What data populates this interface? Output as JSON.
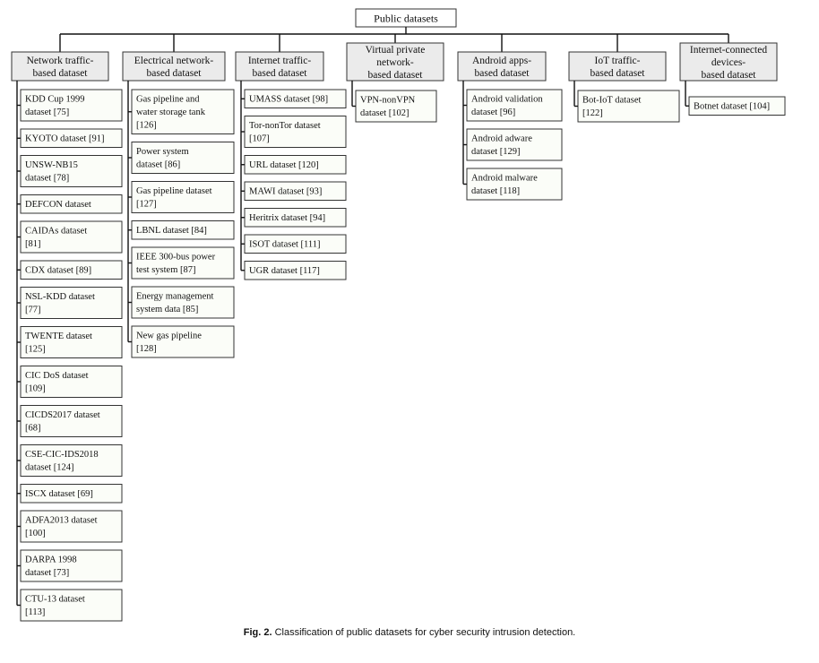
{
  "root": "Public datasets",
  "categories": [
    {
      "label": [
        "Network traffic-",
        "based dataset"
      ],
      "items": [
        [
          "KDD Cup 1999",
          "dataset [75]"
        ],
        [
          "KYOTO dataset [91]"
        ],
        [
          "UNSW-NB15",
          "dataset [78]"
        ],
        [
          "DEFCON dataset"
        ],
        [
          "CAIDAs dataset",
          "[81]"
        ],
        [
          "CDX dataset [89]"
        ],
        [
          "NSL-KDD dataset",
          "[77]"
        ],
        [
          "TWENTE dataset",
          "[125]"
        ],
        [
          "CIC DoS dataset",
          "[109]"
        ],
        [
          "CICDS2017 dataset",
          "[68]"
        ],
        [
          "CSE-CIC-IDS2018",
          "dataset [124]"
        ],
        [
          "ISCX dataset [69]"
        ],
        [
          "ADFA2013 dataset",
          "[100]"
        ],
        [
          "DARPA 1998",
          "dataset [73]"
        ],
        [
          "CTU-13 dataset",
          "[113]"
        ]
      ]
    },
    {
      "label": [
        "Electrical network-",
        "based dataset"
      ],
      "items": [
        [
          "Gas pipeline and",
          "water storage tank",
          "[126]"
        ],
        [
          "Power system",
          "dataset [86]"
        ],
        [
          "Gas pipeline dataset",
          "[127]"
        ],
        [
          "LBNL dataset [84]"
        ],
        [
          "IEEE 300-bus power",
          "test system [87]"
        ],
        [
          "Energy management",
          "system data [85]"
        ],
        [
          "New gas pipeline",
          "[128]"
        ]
      ]
    },
    {
      "label": [
        "Internet traffic-",
        "based dataset"
      ],
      "items": [
        [
          "UMASS dataset [98]"
        ],
        [
          "Tor-nonTor dataset",
          "[107]"
        ],
        [
          "URL dataset [120]"
        ],
        [
          "MAWI dataset [93]"
        ],
        [
          "Heritrix dataset [94]"
        ],
        [
          "ISOT dataset [111]"
        ],
        [
          "UGR dataset [117]"
        ]
      ]
    },
    {
      "label": [
        "Virtual private",
        "network-",
        "based dataset"
      ],
      "items": [
        [
          "VPN-nonVPN",
          "dataset [102]"
        ]
      ]
    },
    {
      "label": [
        "Android apps-",
        "based dataset"
      ],
      "items": [
        [
          "Android validation",
          "dataset [96]"
        ],
        [
          "Android adware",
          "dataset [129]"
        ],
        [
          "Android malware",
          "dataset [118]"
        ]
      ]
    },
    {
      "label": [
        "IoT traffic-",
        "based dataset"
      ],
      "items": [
        [
          "Bot-IoT dataset",
          "[122]"
        ]
      ]
    },
    {
      "label": [
        "Internet-connected",
        "devices-",
        "based dataset"
      ],
      "items": [
        [
          "Botnet dataset [104]"
        ]
      ]
    }
  ],
  "caption": {
    "fig": "Fig. 2.",
    "text": "Classification of public datasets for cyber security intrusion detection."
  }
}
